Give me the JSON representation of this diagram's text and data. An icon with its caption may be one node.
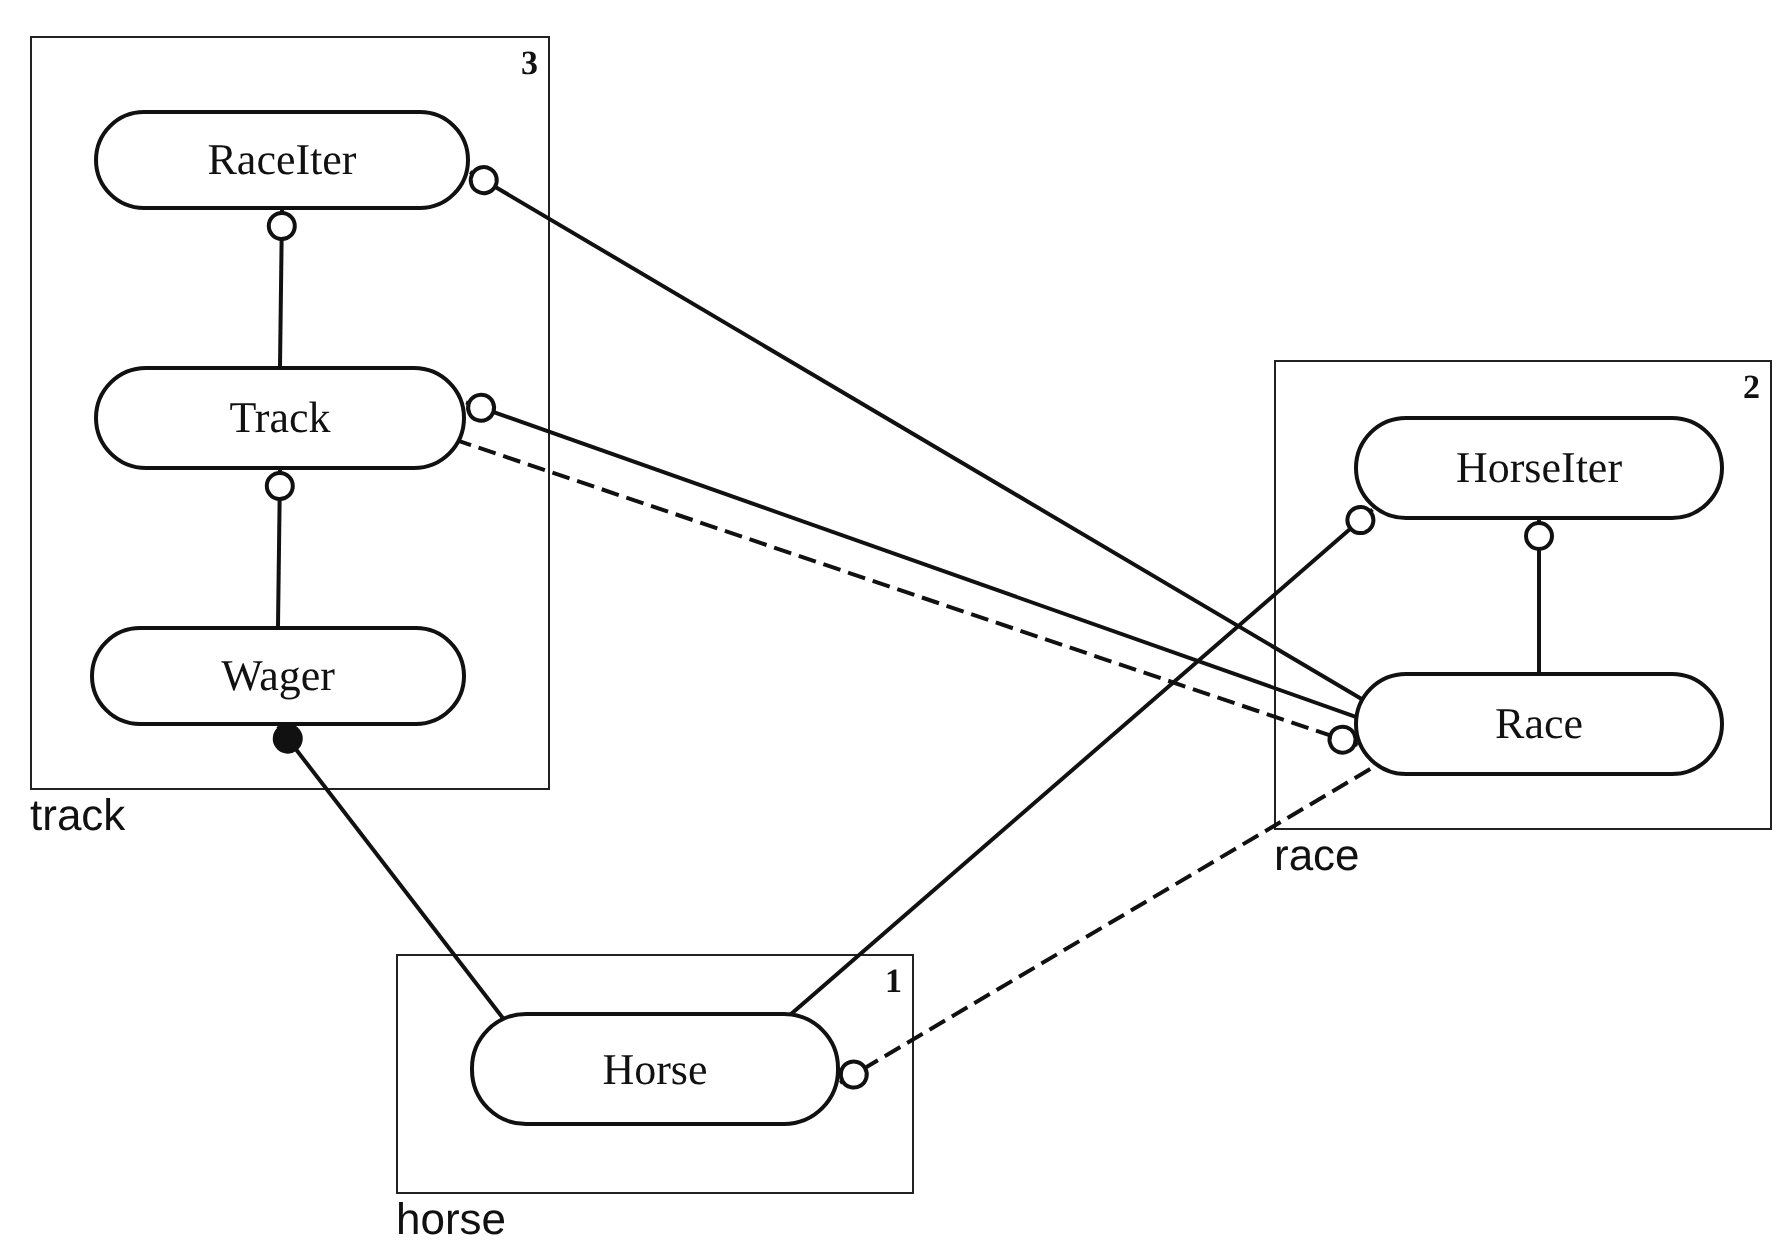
{
  "diagram": {
    "nodes": [
      {
        "text": [
          "3",
          "track"
        ]
      },
      {
        "text": [
          "RaceIter"
        ],
        "in": 0
      },
      {
        "text": [
          "Track"
        ],
        "in": 0
      },
      {
        "text": [
          "Wager"
        ],
        "in": 0
      },
      {
        "text": [
          "2",
          "race"
        ]
      },
      {
        "text": [
          "HorseIter"
        ],
        "in": 4
      },
      {
        "text": [
          "Race"
        ],
        "in": 4
      },
      {
        "text": [
          "1",
          "horse"
        ]
      },
      {
        "text": [
          "Horse"
        ],
        "in": 7
      }
    ],
    "edges": [
      {
        "from": 1,
        "to": 2,
        "arrow": "other"
      },
      {
        "from": 2,
        "to": 3,
        "arrow": "other"
      },
      {
        "from": 1,
        "to": 6,
        "arrow": "other"
      },
      {
        "from": 2,
        "to": 6,
        "arrow": "other"
      },
      {
        "from": 6,
        "to": 2,
        "arrow": "other",
        "style": "dashed"
      },
      {
        "from": 3,
        "to": 8,
        "arrow": "other"
      },
      {
        "from": 5,
        "to": 8,
        "arrow": "other"
      },
      {
        "from": 5,
        "to": 6,
        "arrow": "other"
      },
      {
        "from": 8,
        "to": 6,
        "arrow": "other",
        "style": "dashed"
      }
    ]
  }
}
